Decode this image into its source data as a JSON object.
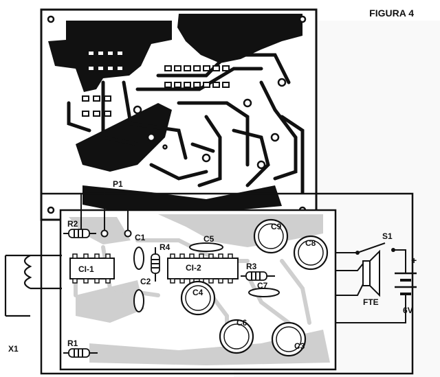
{
  "figure_title": "FIGURA 4",
  "labels": {
    "p1": "P1",
    "s1": "S1",
    "fte": "FTE",
    "voltage": "6V",
    "x1": "X1",
    "ci1": "CI-1",
    "ci2": "CI-2",
    "c1": "C1",
    "c2": "C2",
    "c3": "C3",
    "c4": "C4",
    "c5": "C5",
    "c6": "C6",
    "c7": "C7",
    "c8": "C8",
    "c9": "C9",
    "r1": "R1",
    "r2": "R2",
    "r3": "R3",
    "r4": "R4",
    "plus": "+"
  },
  "colors": {
    "ink": "#111111",
    "board_fill": "#e7e7e7",
    "trace_fill": "#c9c9c9",
    "paper": "#ffffff"
  }
}
